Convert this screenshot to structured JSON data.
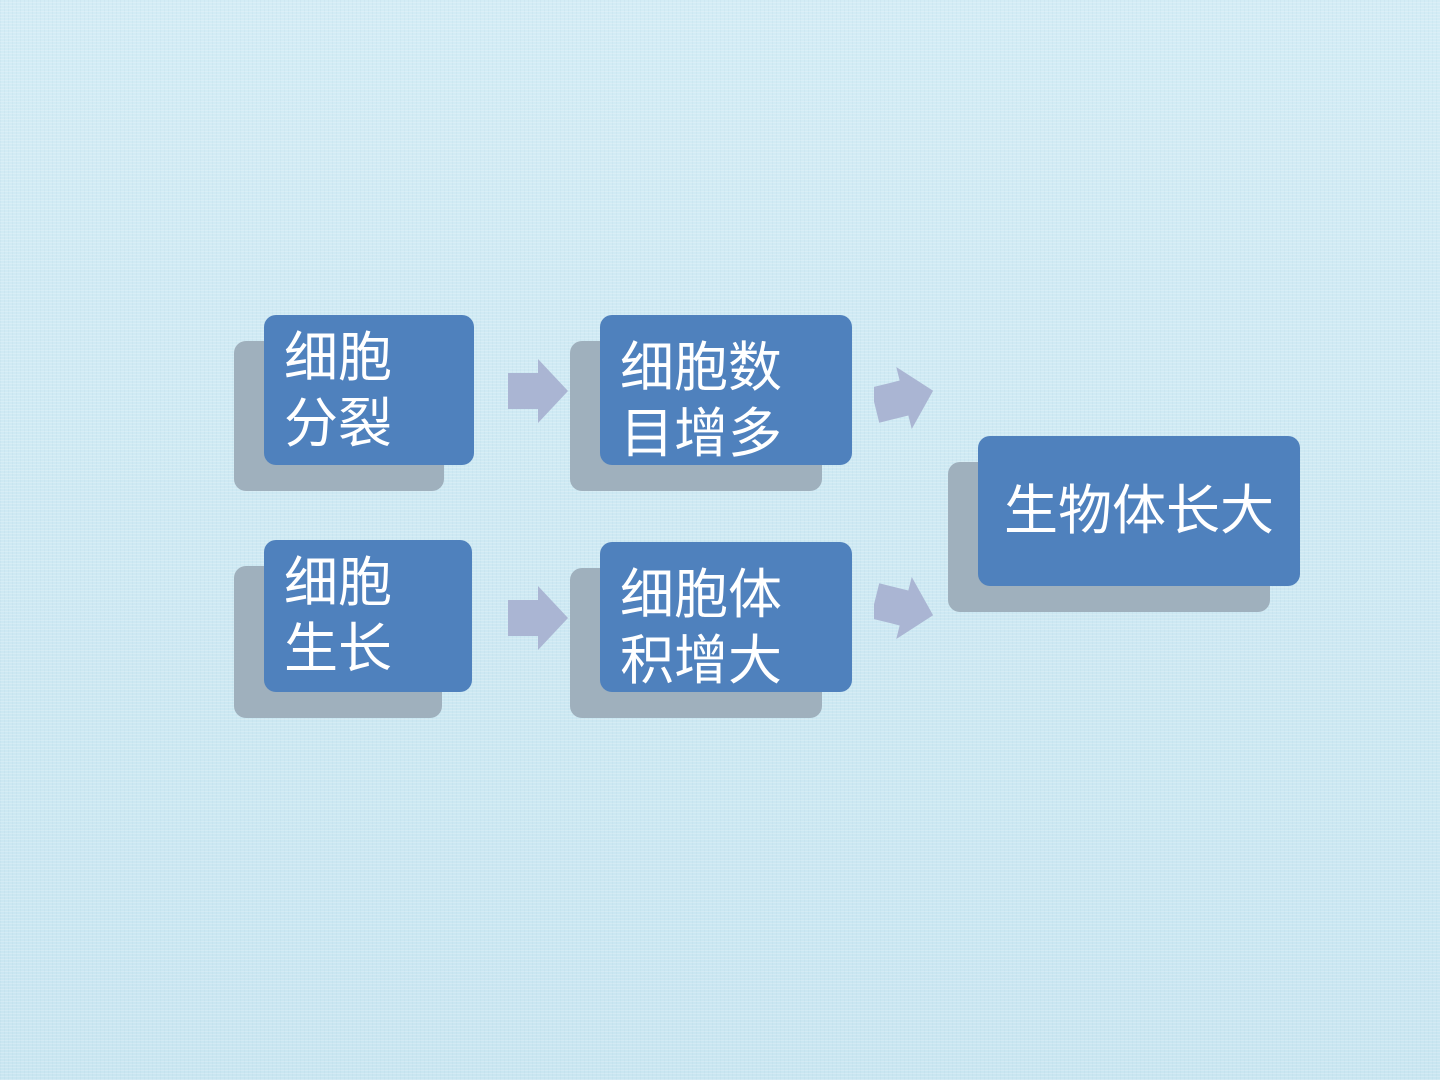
{
  "diagram": {
    "nodes": {
      "cell_division": {
        "text": "细胞\n分裂"
      },
      "cell_number_increase": {
        "text": "细胞数\n目增多"
      },
      "cell_growth": {
        "text": "细胞\n生长"
      },
      "cell_volume_increase": {
        "text": "细胞体\n积增大"
      },
      "organism_grows": {
        "text": "生物体长大"
      }
    },
    "colors": {
      "node_fill": "#4f81bd",
      "node_text": "#ffffff",
      "shadow_fill": "#9fb0bd",
      "arrow_fill": "#aab5d3",
      "background": "#cfe9f3"
    },
    "icons": {
      "arrow": "arrow-right-icon"
    }
  }
}
